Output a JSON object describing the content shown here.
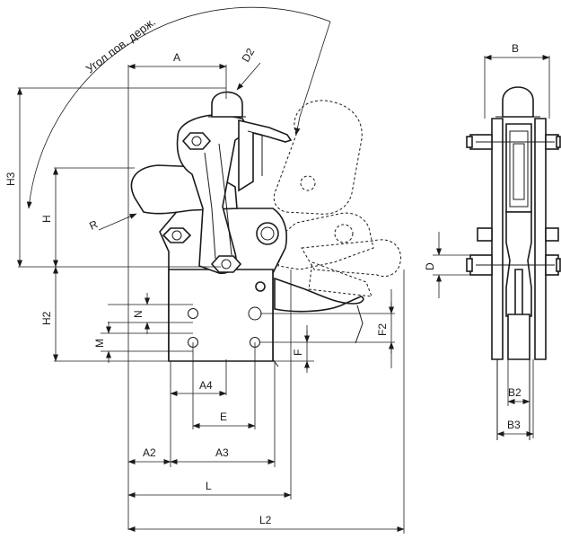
{
  "labels": {
    "angle": "Угол пов. держ.",
    "A": "A",
    "D2": "D2",
    "B": "B",
    "H3": "H3",
    "H": "H",
    "R": "R",
    "H2": "H2",
    "N": "N",
    "M": "M",
    "D": "D",
    "F2": "F2",
    "F": "F",
    "A4": "A4",
    "E": "E",
    "A2": "A2",
    "A3": "A3",
    "L": "L",
    "L2": "L2",
    "B2": "B2",
    "B3": "B3"
  }
}
